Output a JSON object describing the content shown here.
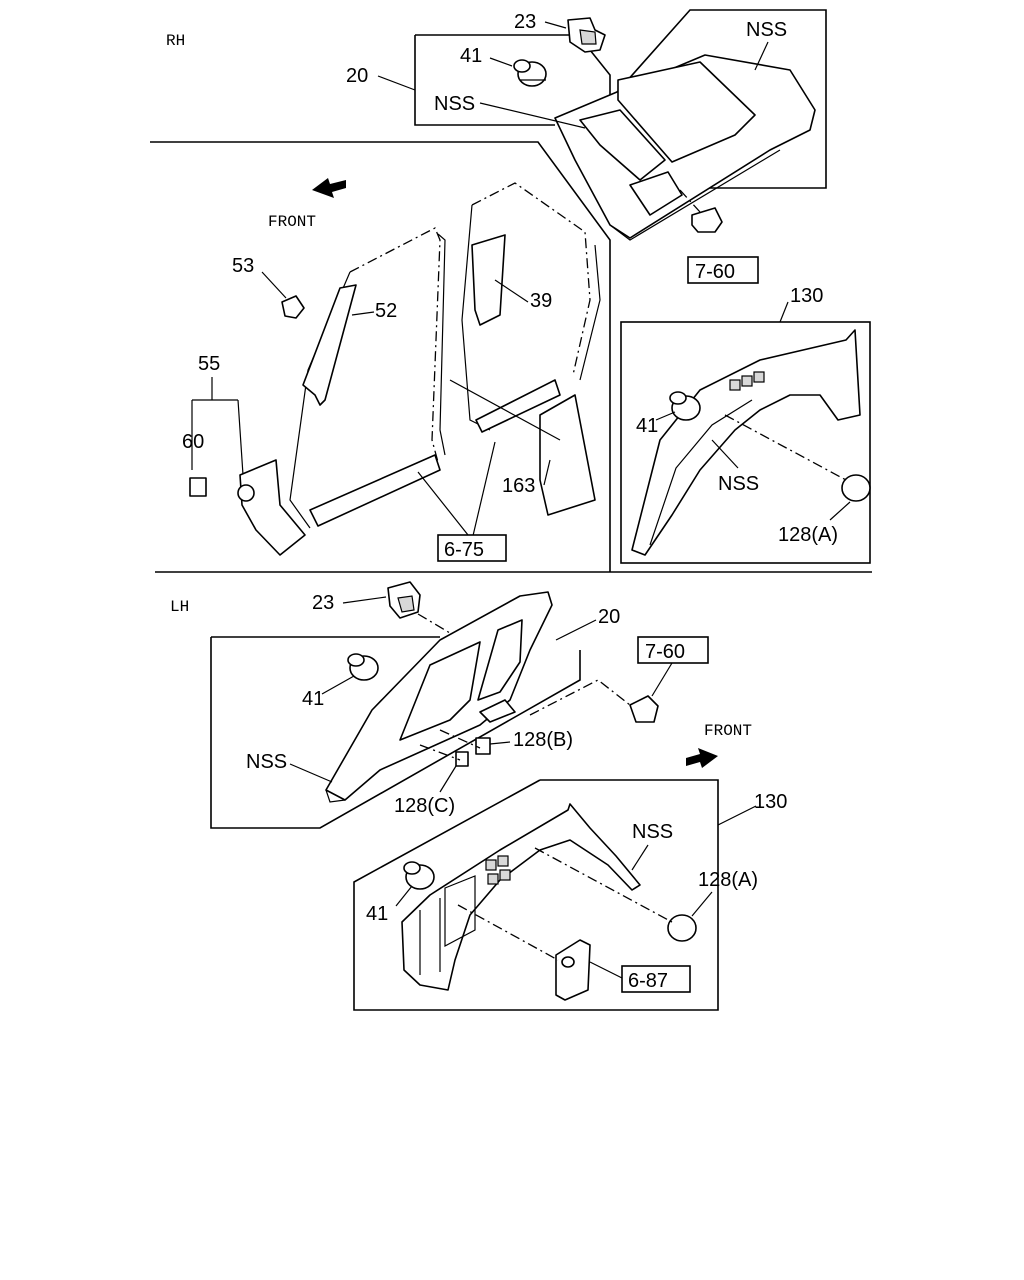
{
  "sections": {
    "rh": "RH",
    "lh": "LH"
  },
  "front_label": "FRONT",
  "rh": {
    "p23": "23",
    "p41": "41",
    "p20": "20",
    "nss_top": "NSS",
    "nss_mid": "NSS",
    "ref_7_60": "7-60",
    "p130": "130",
    "p41b": "41",
    "nss_arch": "NSS",
    "p128a": "128(A)",
    "p53": "53",
    "p52": "52",
    "p39": "39",
    "p55": "55",
    "p60": "60",
    "p163": "163",
    "ref_6_75": "6-75"
  },
  "lh": {
    "p23": "23",
    "p20": "20",
    "ref_7_60": "7-60",
    "p41": "41",
    "nss": "NSS",
    "p128b": "128(B)",
    "p128c": "128(C)",
    "p130": "130",
    "nss_arch": "NSS",
    "p128a": "128(A)",
    "p41b": "41",
    "ref_6_87": "6-87"
  }
}
